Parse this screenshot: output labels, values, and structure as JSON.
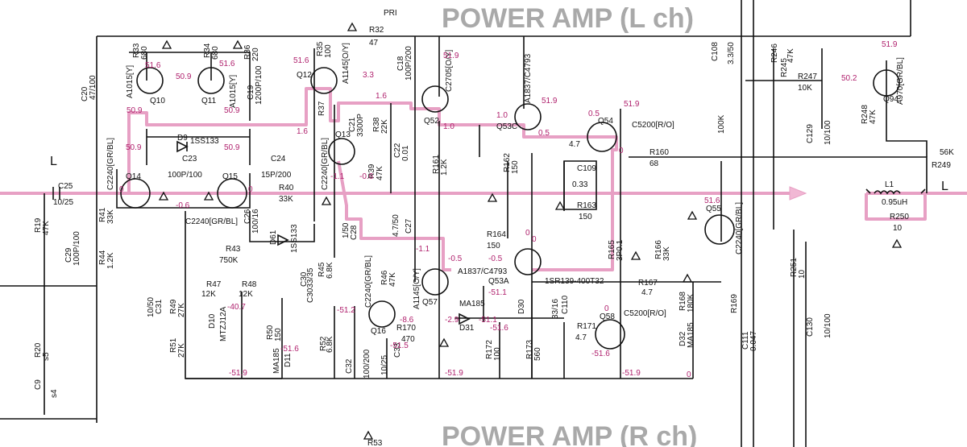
{
  "title_top": "POWER AMP (L ch)",
  "title_bottom": "POWER AMP (R ch)",
  "rail": "PRI",
  "refs": [
    "R32",
    "R33",
    "R34",
    "R35",
    "R36",
    "R37",
    "R38",
    "R39",
    "R40",
    "R41",
    "R43",
    "R44",
    "R45",
    "R46",
    "R47",
    "R48",
    "R49",
    "R50",
    "R51",
    "R52",
    "R160",
    "R161",
    "R162",
    "R163",
    "R164",
    "R165",
    "R166",
    "R167",
    "R168",
    "R169",
    "R170",
    "R171",
    "R172",
    "R173",
    "R245",
    "R246",
    "R247",
    "R248",
    "R249",
    "R250",
    "R251",
    "R19",
    "R20",
    "R53",
    "Q10",
    "Q11",
    "Q12",
    "Q13",
    "Q14",
    "Q15",
    "Q16",
    "Q52",
    "Q53C",
    "Q53A",
    "Q54",
    "Q55",
    "Q57",
    "Q58",
    "Q94",
    "C9",
    "C18",
    "C19",
    "C20",
    "C21",
    "C22",
    "C23",
    "C24",
    "C25",
    "C26",
    "C27",
    "C28",
    "C29",
    "C30",
    "C31",
    "C32",
    "C33",
    "C108",
    "C109",
    "C110",
    "C111",
    "C129",
    "C130",
    "D9",
    "D10",
    "D11",
    "D30",
    "D31",
    "D32",
    "D61",
    "L1"
  ],
  "parts": {
    "c2240": "C2240[GR/BL]",
    "a1015y": "A1015[Y]",
    "a1145": "A1145[O/Y]",
    "c2705": "C2705[O/Y]",
    "a1837": "A1837/C4793",
    "c5200": "C5200[R/O]",
    "a970": "A970[GR/BL]",
    "iss133": "1SS133",
    "ma185": "MA185",
    "mtzj12a": "MTZJ12A",
    "sr139": "1SR139-400T32"
  },
  "values": {
    "r680a": "680",
    "r680b": "680",
    "r100": "100",
    "r220": "220",
    "r47": "47",
    "r22k": "22K",
    "r47k": "47K",
    "r33k": "33K",
    "r1p2k": "1.2K",
    "r750k": "750K",
    "r12k": "12K",
    "r6p8k": "6.8K",
    "r470": "470",
    "r150": "150",
    "r4p7": "4.7",
    "r68": "68",
    "r10k": "10K",
    "r100k": "100K",
    "r56k": "56K",
    "r10": "10",
    "r180k": "180K",
    "r3p3": "3.3",
    "r560": "560",
    "r27k": "27K",
    "s5": "s5",
    "s4": "s4",
    "c47_100": "47/100",
    "c1200p": "1200P/100",
    "c3300p": "3300P",
    "c100p200": "100P/200",
    "c0p01": "0.01",
    "c100p100": "100P/100",
    "c15p200": "15P/200",
    "c10_25": "10/25",
    "c10_16": "100/16",
    "c4p7_50": "4.7/50",
    "c3p3_50": "3.3/50",
    "c0p33": "0.33",
    "c0p047": "0.047",
    "c10_100": "10/100",
    "c3033_35": "C3033/35",
    "c33_16": "33/16",
    "c10_50": "10/50",
    "c1_50": "1/50",
    "c100_200": "100/200",
    "coil": "0.95uH",
    "r3p01": "3P0.1"
  },
  "voltages": [
    "51.9",
    "51.6",
    "50.9",
    "50.9",
    "50.9",
    "50.9",
    "50.9",
    "51.6",
    "51.6",
    "3.3",
    "1.6",
    "1.6",
    "0",
    "0",
    "-0.6",
    "-0.6",
    "-1.1",
    "1.0",
    "1.0",
    "0.5",
    "0.5",
    "51.9",
    "51.9",
    "51.9",
    "0",
    "0",
    "-0.5",
    "-0.5",
    "-1.1",
    "-51.1",
    "-51.1",
    "-51.2",
    "-51.6",
    "-51.6",
    "-51.6",
    "-51.9",
    "-51.9",
    "-51.9",
    "-40.7",
    "-8.6",
    "-2.9",
    "-51.5",
    "50.2",
    "51.6",
    "0",
    "0",
    "0"
  ],
  "labels": {
    "L_left": "L",
    "L_right": "L"
  }
}
